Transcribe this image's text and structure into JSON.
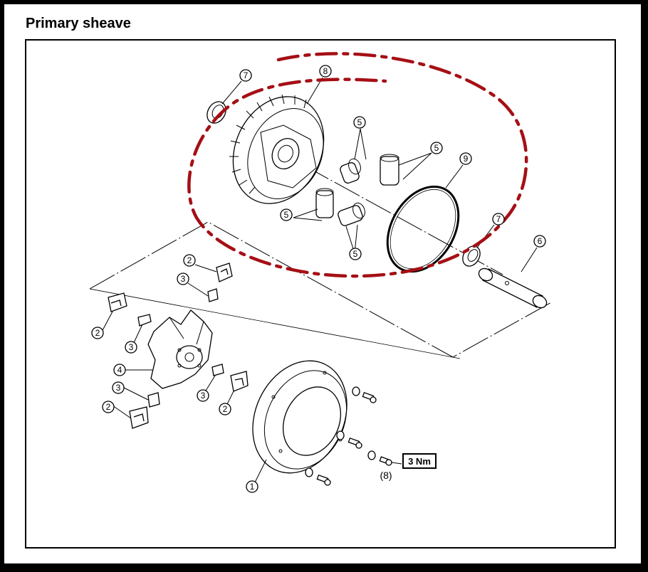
{
  "title": "Primary sheave",
  "callouts": {
    "n1": "1",
    "n2": "2",
    "n3": "3",
    "n4": "4",
    "n5": "5",
    "n6": "6",
    "n7": "7",
    "n8": "8",
    "n9": "9"
  },
  "torque": "3 Nm",
  "torque_ref": "(8)",
  "colors": {
    "highlight": "#a50f15"
  }
}
